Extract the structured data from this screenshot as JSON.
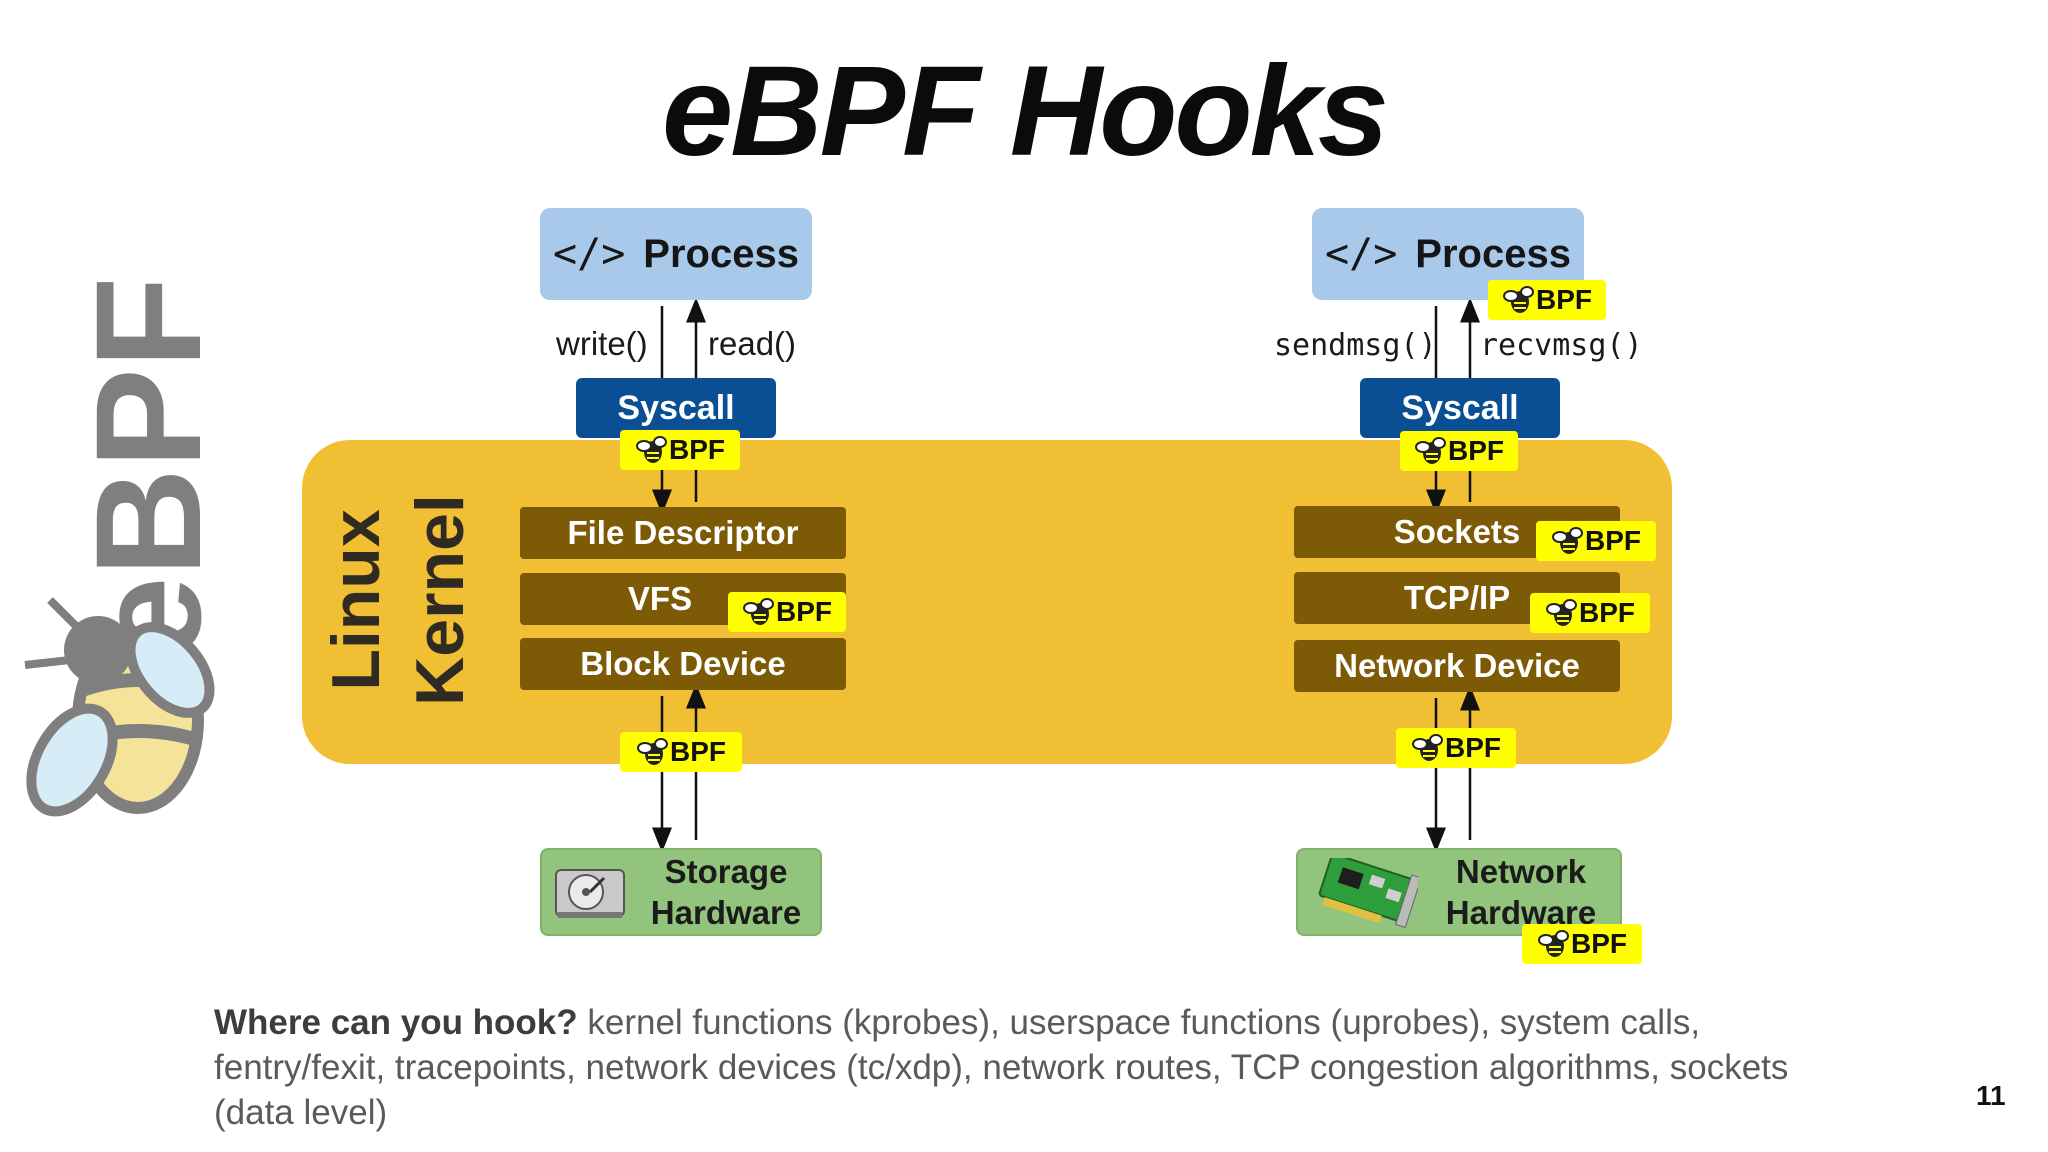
{
  "title": "eBPF Hooks",
  "side_logo": {
    "text": "eBPF",
    "icon": "bee-icon"
  },
  "kernel": {
    "label_line1": "Linux",
    "label_line2": "Kernel"
  },
  "left_stack": {
    "process": "Process",
    "call_down": "write()",
    "call_up": "read()",
    "syscall": "Syscall",
    "layers": [
      "File Descriptor",
      "VFS",
      "Block Device"
    ],
    "hardware": {
      "line1": "Storage",
      "line2": "Hardware",
      "icon": "hard-drive-icon"
    }
  },
  "right_stack": {
    "process": "Process",
    "call_down": "sendmsg()",
    "call_up": "recvmsg()",
    "syscall": "Syscall",
    "layers": [
      "Sockets",
      "TCP/IP",
      "Network Device"
    ],
    "hardware": {
      "line1": "Network",
      "line2": "Hardware",
      "icon": "network-card-icon"
    }
  },
  "bpf_label": "BPF",
  "footer": {
    "lead": "Where can you hook?",
    "text": " kernel functions (kprobes), userspace functions (uprobes), system calls, fentry/fexit, tracepoints, network devices (tc/xdp), network routes, TCP congestion algorithms, sockets (data level)"
  },
  "page_number": "11",
  "colors": {
    "process": "#a9c9eb",
    "syscall": "#0a4f93",
    "kernel_band": "#f0bf33",
    "kernel_layer": "#7d5a05",
    "hardware": "#93c47d",
    "bpf_badge": "#ffff00"
  }
}
